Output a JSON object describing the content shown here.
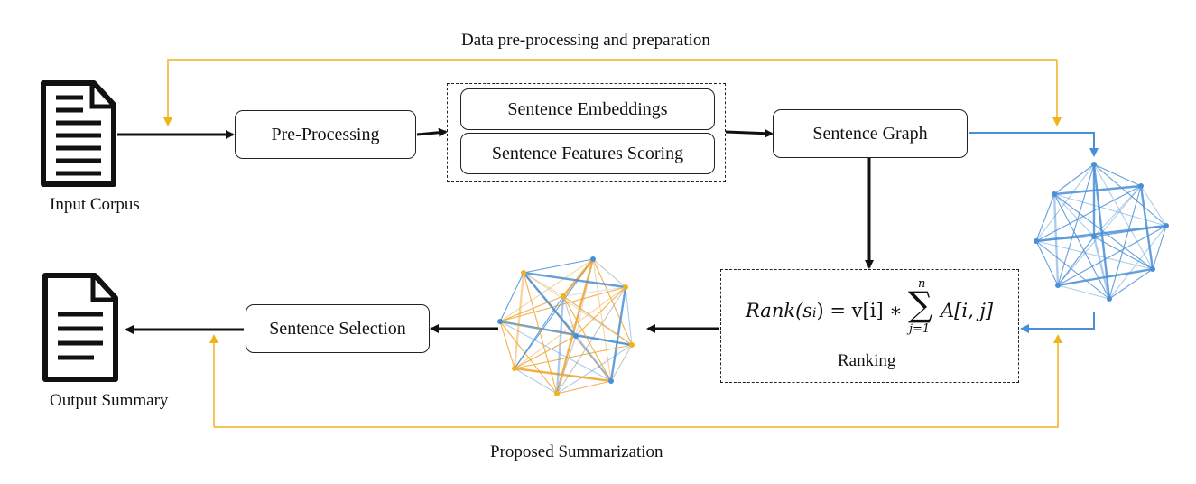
{
  "top_caption": "Data pre-processing and preparation",
  "bottom_caption": "Proposed Summarization",
  "input_label": "Input Corpus",
  "output_label": "Output Summary",
  "boxes": {
    "preprocessing": "Pre-Processing",
    "embeddings": "Sentence Embeddings",
    "features": "Sentence Features Scoring",
    "graph": "Sentence Graph",
    "selection": "Sentence Selection"
  },
  "ranking": {
    "label": "Ranking",
    "formula_lhs": "Rank(s",
    "formula_lhs_sub": "i",
    "formula_rhs": ") = v[i] ∗",
    "formula_term": "A[i, j]",
    "sum_upper": "n",
    "sum_lower": "j=1"
  },
  "colors": {
    "yellow": "#f2b21a",
    "blue": "#4a8fd6",
    "orange": "#f0a22a",
    "black": "#111111"
  }
}
